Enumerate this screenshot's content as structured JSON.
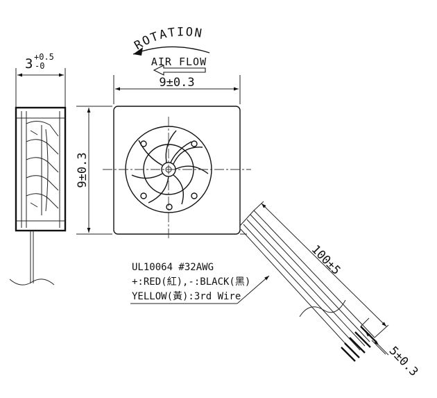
{
  "rotation_label": "ROTATION",
  "airflow_label": "AIR FLOW",
  "dimensions": {
    "width": "9±0.3",
    "height": "9±0.3",
    "thickness_main": "3",
    "thickness_upper_tol": "+0.5",
    "thickness_lower_tol": "-0",
    "wire_length": "100±5",
    "strip_length": "5±0.3"
  },
  "wire_spec": {
    "line1": "UL10064  #32AWG",
    "line2": "+:RED(紅),-:BLACK(黑)",
    "line3": "YELLOW(黃):3rd  Wire"
  }
}
